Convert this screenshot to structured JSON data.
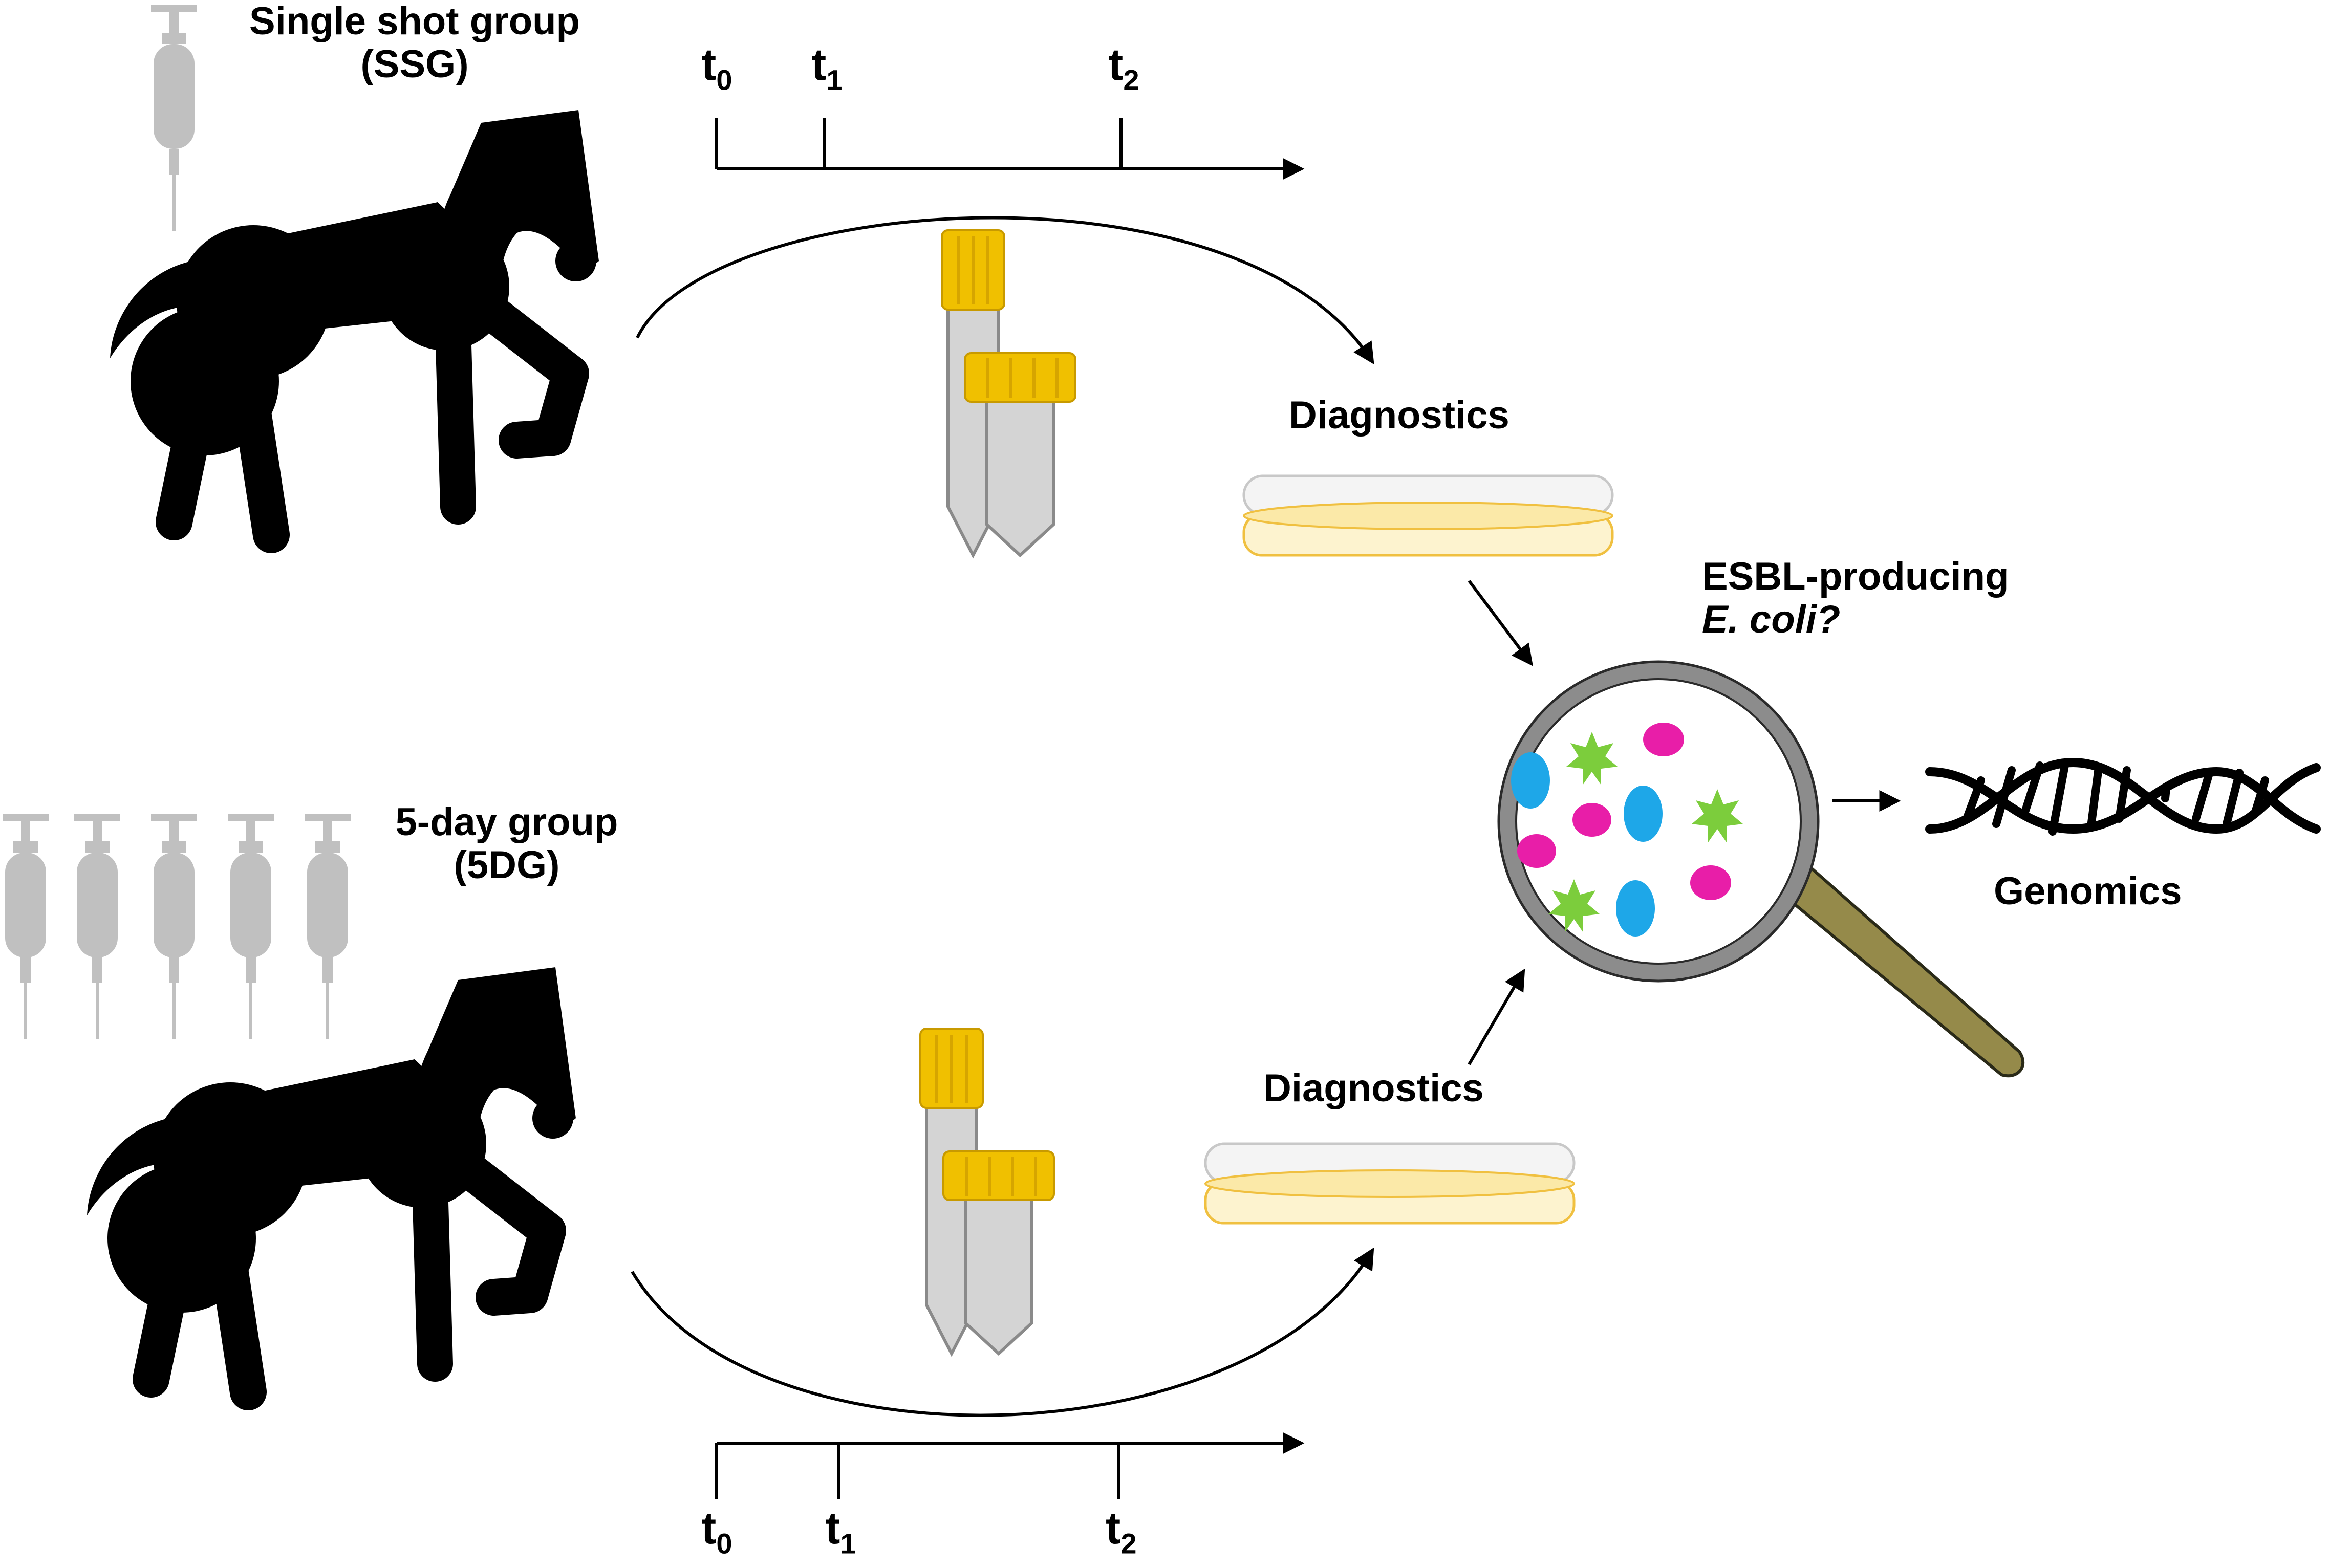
{
  "groups": {
    "single_shot": {
      "name": "Single shot group",
      "abbr": "(SSG)",
      "injections": 1
    },
    "five_day": {
      "name": "5-day group",
      "abbr": "(5DG)",
      "injections": 5
    }
  },
  "timeline": {
    "points": [
      {
        "t": "t",
        "sub": "0"
      },
      {
        "t": "t",
        "sub": "1"
      },
      {
        "t": "t",
        "sub": "2"
      }
    ]
  },
  "diagnostics_label": "Diagnostics",
  "question": {
    "line1": "ESBL-producing",
    "line2": "E. coli?"
  },
  "genomics_label": "Genomics",
  "colors": {
    "silhouette": "#000000",
    "syringe": "#c0c0c0",
    "tube_cap": "#f0c000",
    "tube_body": "#d4d4d4",
    "agar": "#fdf3cf",
    "agar_edge": "#f0c040",
    "lens_rim": "#8c8c8c",
    "handle": "#958a4a",
    "cell_blue": "#1ea7e8",
    "cell_pink": "#e81ea8",
    "cell_green": "#7ccd3c"
  }
}
